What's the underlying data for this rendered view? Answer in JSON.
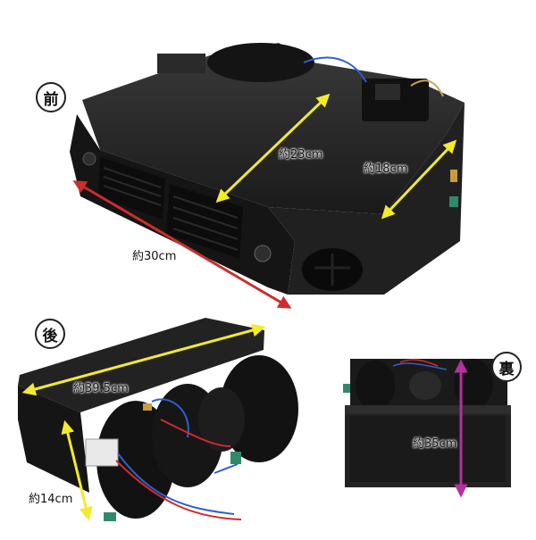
{
  "views": {
    "front": {
      "badge": "前"
    },
    "back": {
      "badge": "後"
    },
    "rear": {
      "badge": "裏"
    }
  },
  "dimensions": {
    "width_front": "約30cm",
    "depth_front": "約23cm",
    "height_front": "約18cm",
    "width_back": "約39.5cm",
    "height_back": "約14cm",
    "width_rear": "約35cm"
  },
  "colors": {
    "unit_body": "#1c1c1c",
    "arrow_yellow": "#f3ea2a",
    "arrow_red": "#cc2d2d",
    "arrow_magenta": "#b5309e",
    "connector_teal": "#2f8a6a",
    "wire_blue": "#2d5fd0",
    "wire_red": "#d02b2b"
  }
}
